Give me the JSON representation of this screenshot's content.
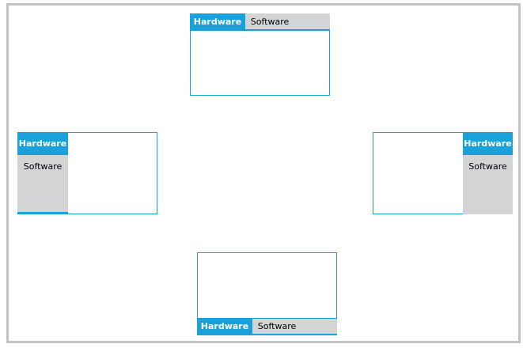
{
  "colors": {
    "accent": "#1ba1d9",
    "inactive_tab_bg": "#d3d4d6",
    "frame_border": "#c3c3c3",
    "background": "#ffffff"
  },
  "tab_controls": [
    {
      "position": "top",
      "tabs": [
        {
          "label": "Hardware",
          "selected": true
        },
        {
          "label": "Software",
          "selected": false
        }
      ]
    },
    {
      "position": "left",
      "tabs": [
        {
          "label": "Hardware",
          "selected": true
        },
        {
          "label": "Software",
          "selected": false
        }
      ]
    },
    {
      "position": "right",
      "tabs": [
        {
          "label": "Hardware",
          "selected": true
        },
        {
          "label": "Software",
          "selected": false
        }
      ]
    },
    {
      "position": "bottom",
      "tabs": [
        {
          "label": "Hardware",
          "selected": true
        },
        {
          "label": "Software",
          "selected": false
        }
      ]
    }
  ]
}
